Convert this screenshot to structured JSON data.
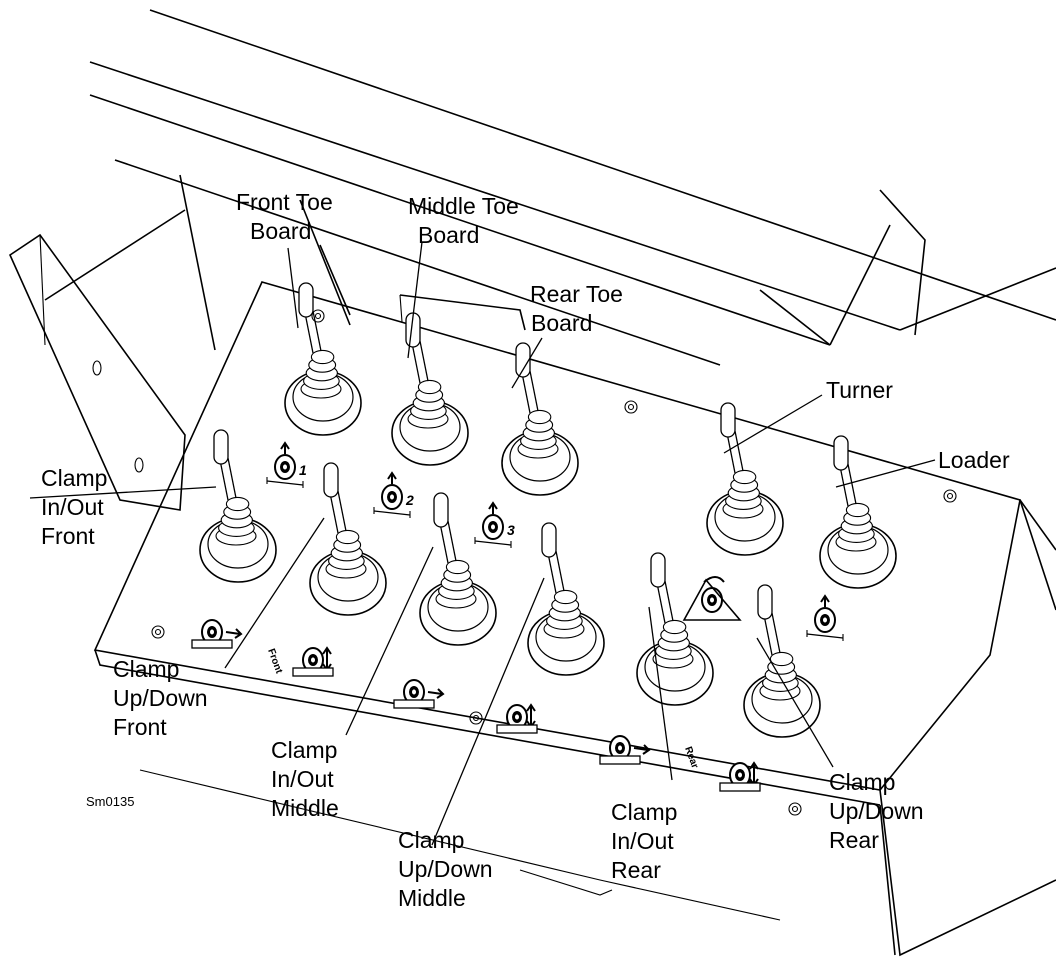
{
  "figure_code": "Sm0135",
  "callouts": {
    "front_toe_board": [
      "Front Toe",
      "Board"
    ],
    "middle_toe_board": [
      "Middle Toe",
      "Board"
    ],
    "rear_toe_board": [
      "Rear Toe",
      "Board"
    ],
    "turner": [
      "Turner"
    ],
    "loader": [
      "Loader"
    ],
    "clamp_inout_front": [
      "Clamp",
      "In/Out",
      "Front"
    ],
    "clamp_updown_front": [
      "Clamp",
      "Up/Down",
      "Front"
    ],
    "clamp_inout_middle": [
      "Clamp",
      "In/Out",
      "Middle"
    ],
    "clamp_updown_middle": [
      "Clamp",
      "Up/Down",
      "Middle"
    ],
    "clamp_inout_rear": [
      "Clamp",
      "In/Out",
      "Rear"
    ],
    "clamp_updown_rear": [
      "Clamp",
      "Up/Down",
      "Rear"
    ]
  },
  "decal_numbers": [
    "1",
    "2",
    "3"
  ],
  "panel_marks": {
    "front": "Front",
    "rear": "Rear"
  },
  "colors": {
    "line": "#000000",
    "background": "#ffffff",
    "knob_fill": "#ffffff"
  }
}
